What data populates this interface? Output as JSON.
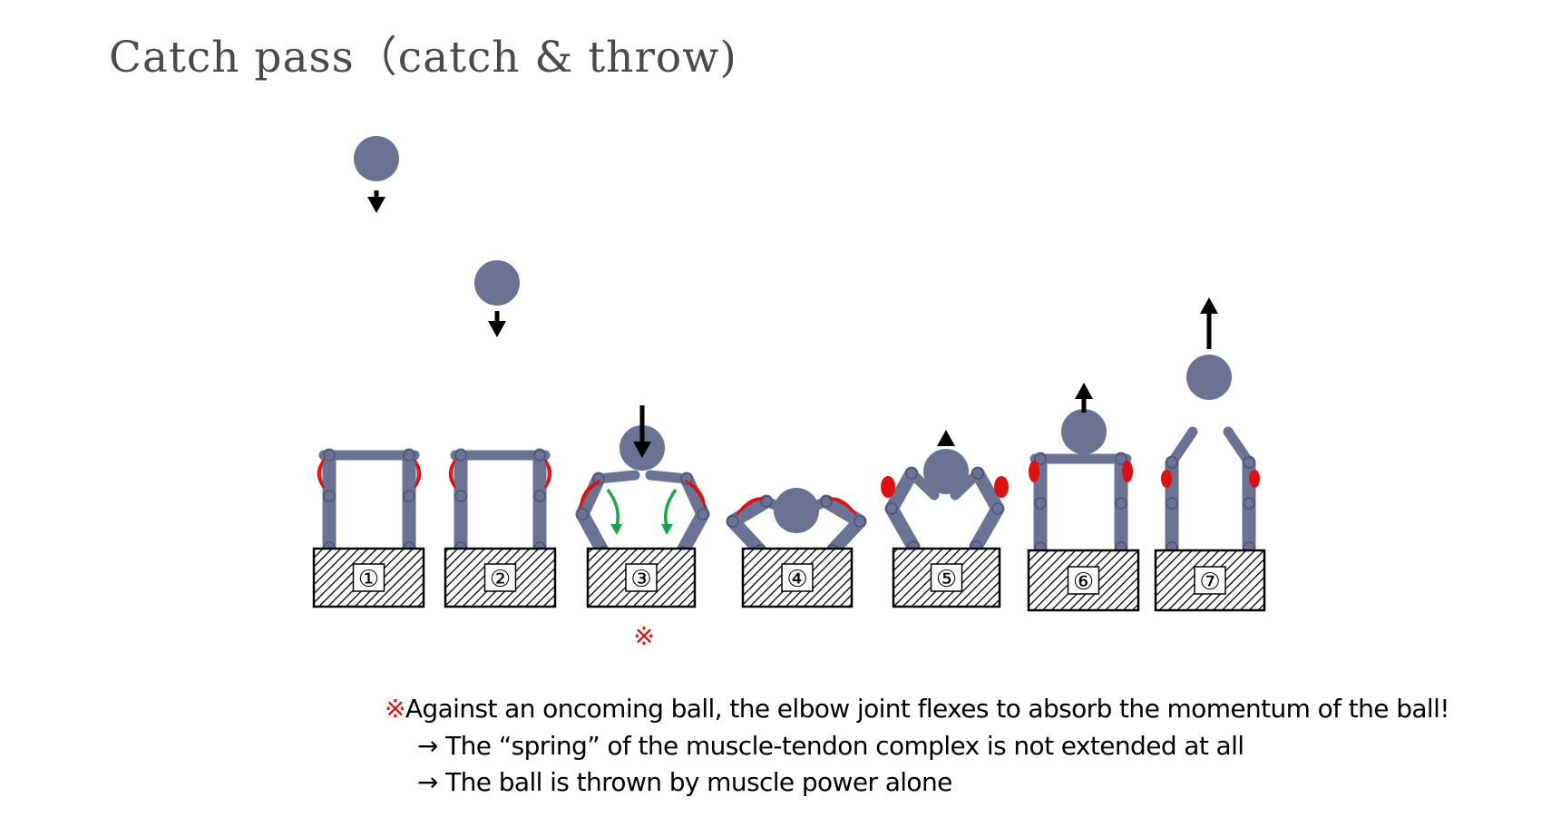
{
  "title": "Catch pass（catch & throw)",
  "colors": {
    "body": "#6b7294",
    "joint_outline": "#4b5272",
    "muscle": "#e01010",
    "arrow": "#000000",
    "flex_arrow": "#12a84a",
    "mark": "#e01010"
  },
  "steps": [
    {
      "label": "①",
      "icon": "arms-straight"
    },
    {
      "label": "②",
      "icon": "arms-straight"
    },
    {
      "label": "③",
      "icon": "elbow-flexing"
    },
    {
      "label": "④",
      "icon": "elbow-fully-flexed"
    },
    {
      "label": "⑤",
      "icon": "elbow-extending"
    },
    {
      "label": "⑥",
      "icon": "arms-straight-push"
    },
    {
      "label": "⑦",
      "icon": "arms-raised-release"
    }
  ],
  "step3_mark": "※",
  "notes": {
    "mark": "※",
    "line1": "Against an oncoming ball, the elbow joint flexes to absorb the momentum of the ball!",
    "line2": "→ The “spring” of the muscle-tendon complex is not extended at all",
    "line3": "→ The ball is thrown by muscle power alone"
  }
}
